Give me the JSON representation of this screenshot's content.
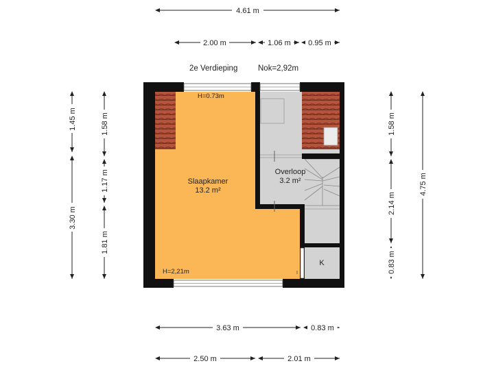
{
  "header": {
    "floor": "2e Verdieping",
    "ridge": "Nok=2,92m"
  },
  "rooms": {
    "slaapkamer": {
      "name": "Slaapkamer",
      "area": "13.2 m²",
      "h_top": "H=0.73m",
      "h_bottom": "H=2,21m"
    },
    "overloop": {
      "name": "Overloop",
      "area": "3.2 m²"
    },
    "kast": {
      "name": "K"
    }
  },
  "dimensions": {
    "top_total": "4.61 m",
    "top_left": "2.00 m",
    "top_mid": "1.06 m",
    "top_right": "0.95 m",
    "bottom_left": "3.63 m",
    "bottom_right": "0.83 m",
    "bottom2_left": "2.50 m",
    "bottom2_right": "2.01 m",
    "left_outer": "3.30 m",
    "left_top": "1.45 m",
    "left_inner_top": "1.58 m",
    "left_inner_mid": "1.17 m",
    "left_inner_bottom": "1.81 m",
    "right_inner_top": "1.58 m",
    "right_inner_mid": "2.14 m",
    "right_inner_bottom": "0.83 m",
    "right_outer": "4.75 m"
  },
  "colors": {
    "wall": "#111111",
    "bedroom": "#fbb756",
    "landing": "#d3d3d3",
    "roof_tile": "#b4543c"
  }
}
